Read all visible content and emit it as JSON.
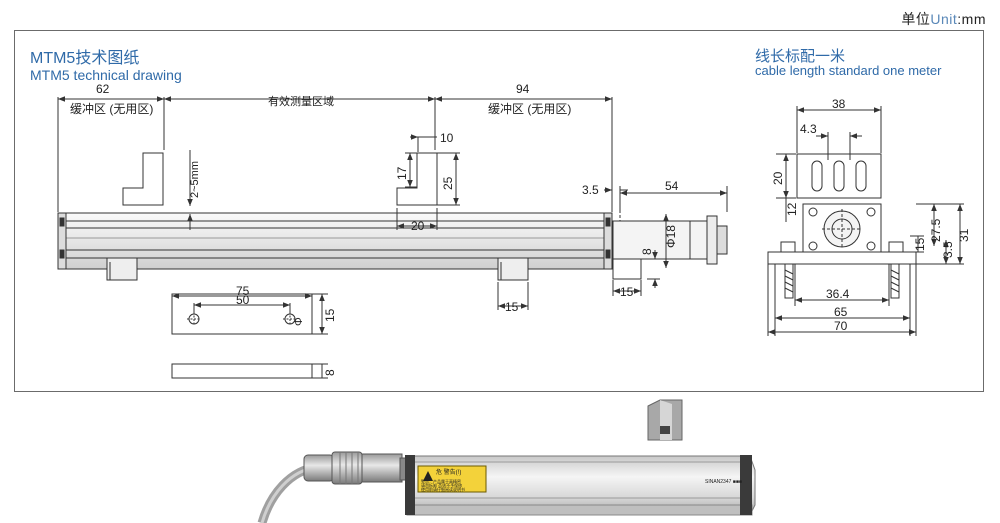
{
  "header": {
    "unit_cn": "单位",
    "unit_en": "Unit",
    "unit_value": ":mm"
  },
  "drawing": {
    "title_cn": "MTM5技术图纸",
    "title_en": "MTM5 technical drawing",
    "cable_title_cn": "线长标配一米",
    "cable_title_en": "cable length standard one meter"
  },
  "dimensions": {
    "left_dead_zone": "62",
    "right_dead_zone": "94",
    "dead_zone_label": "缓冲区 (无用区)",
    "effective_range_label": "有效测量区域",
    "gap_range": "2~5mm",
    "slider_width": "20",
    "slider_top": "10",
    "slider_depth": "17",
    "slider_height": "25",
    "head_offset": "3.5",
    "head_length": "54",
    "head_diameter": "Φ18",
    "head_height": "8",
    "clamp_width_left": "15",
    "clamp_width_right": "15",
    "plate_length": "75",
    "plate_hole_spacing": "50",
    "plate_hole": "Φ",
    "plate_width": "15",
    "plate_thickness": "8",
    "bracket_width": "38",
    "bracket_slot": "4.3",
    "bracket_height": "20",
    "bracket_side": "12",
    "end_27_5": "27.5",
    "end_3_5": "3.5",
    "end_31": "31",
    "end_15": "15",
    "end_36_4": "36.4",
    "end_65": "65",
    "end_70": "70"
  },
  "photo": {
    "warning_title": "危 警告(!)",
    "warning_line1": "警告：产品属于高精密",
    "warning_line2": "请勿拆卸 否则不予保修",
    "warning_line3": "使用前请仔细阅读说明书",
    "serial": "SINAN2347 ■■■"
  }
}
